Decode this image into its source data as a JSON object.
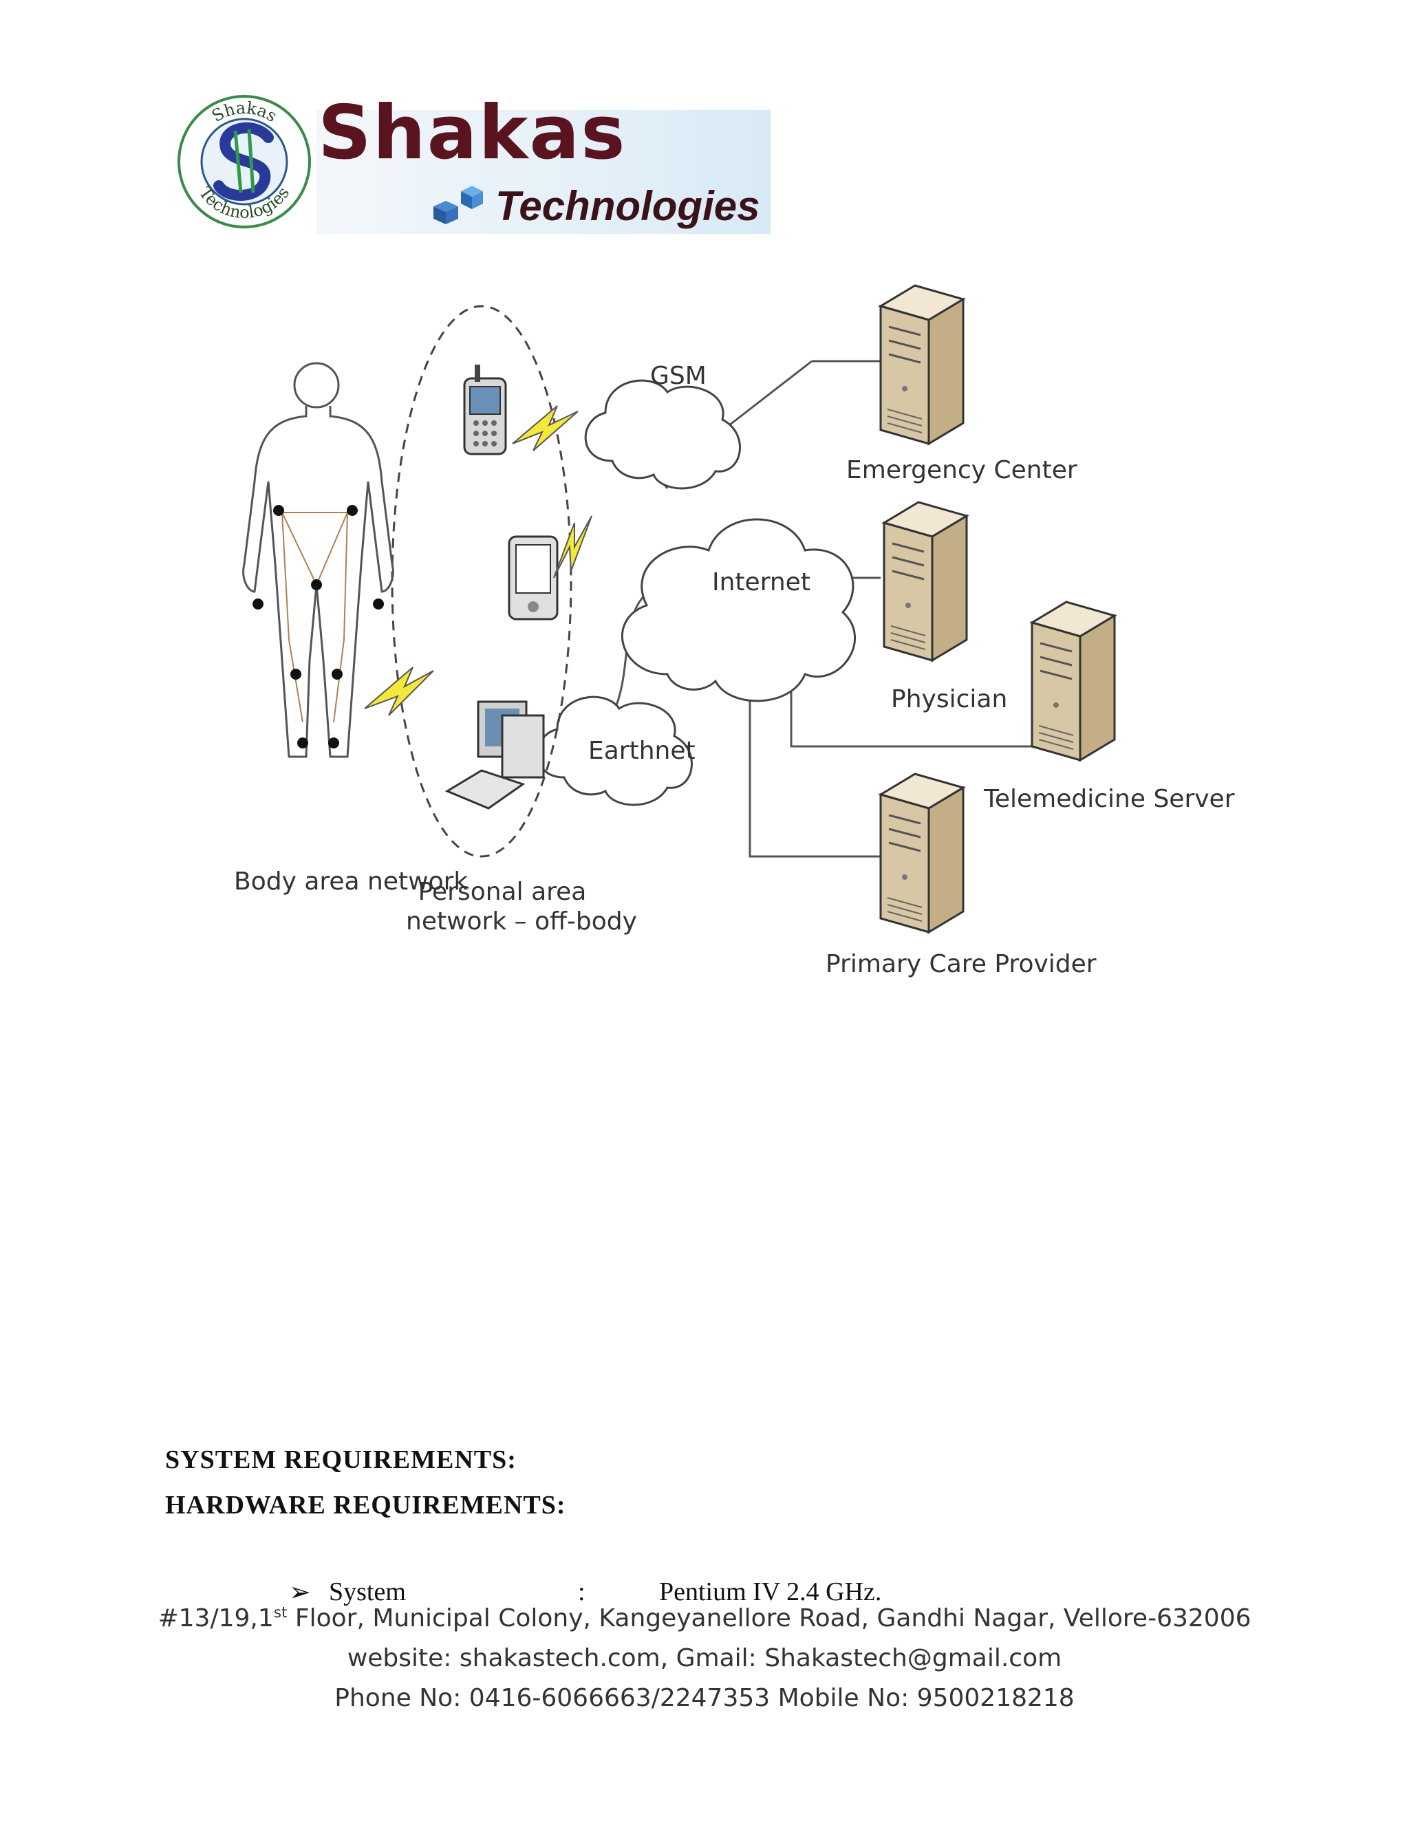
{
  "logo": {
    "seal_text_top": "Shakas",
    "seal_text_bottom": "Technologies",
    "word": "Shakas",
    "sub": "Technologies"
  },
  "diagram": {
    "labels": {
      "gsm": "GSM",
      "internet": "Internet",
      "earthnet": "Earthnet",
      "emergency": "Emergency Center",
      "physician": "Physician",
      "telemedicine": "Telemedicine Server",
      "primary_care": "Primary Care Provider",
      "body_area": "Body area network",
      "personal_area_1": "Personal area",
      "personal_area_2": "network – off-body"
    }
  },
  "sections": {
    "system_requirements": "SYSTEM REQUIREMENTS:",
    "hardware_requirements": "HARDWARE REQUIREMENTS:"
  },
  "requirements": [
    {
      "bullet": "➢",
      "name": "System",
      "sep": ":",
      "value": "Pentium IV 2.4 GHz."
    }
  ],
  "footer": {
    "address_prefix": "#13/19,1",
    "address_sup": "st",
    "address_rest": " Floor, Municipal Colony, Kangeyanellore Road, Gandhi Nagar, Vellore-632006",
    "web": "website: shakastech.com, Gmail: Shakastech@gmail.com",
    "phone": "Phone No: 0416-6066663/2247353 Mobile No: 9500218218"
  }
}
